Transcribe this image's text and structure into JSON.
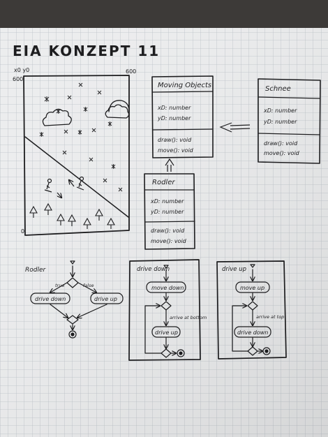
{
  "title": "EIA KONZEPT 11",
  "canvas_sketch": {
    "origin_label": "x0 y0",
    "width_label": "600",
    "height_label": "600",
    "zero_label": "0"
  },
  "class_moving_objects": {
    "name": "Moving Objects",
    "attributes": [
      "xD: number",
      "yD: number"
    ],
    "methods": [
      "draw(): void",
      "move(): void"
    ]
  },
  "class_schnee": {
    "name": "Schnee",
    "attributes": [
      "xD: number",
      "yD: number"
    ],
    "methods": [
      "draw(): void",
      "move(): void"
    ]
  },
  "class_rodler": {
    "name": "Rodler",
    "attributes": [
      "xD: number",
      "yD: number"
    ],
    "methods": [
      "draw(): void",
      "move(): void"
    ]
  },
  "flow_rodler": {
    "title": "Rodler",
    "branch_left": "true",
    "branch_right": "false",
    "left_action": "drive down",
    "right_action": "drive up"
  },
  "flow_drive_down": {
    "title": "drive down",
    "action1": "move down",
    "condition": "arrive at bottom",
    "action2": "drive up"
  },
  "flow_drive_up": {
    "title": "drive up",
    "action1": "move up",
    "condition": "arrive at top",
    "action2": "drive down"
  }
}
